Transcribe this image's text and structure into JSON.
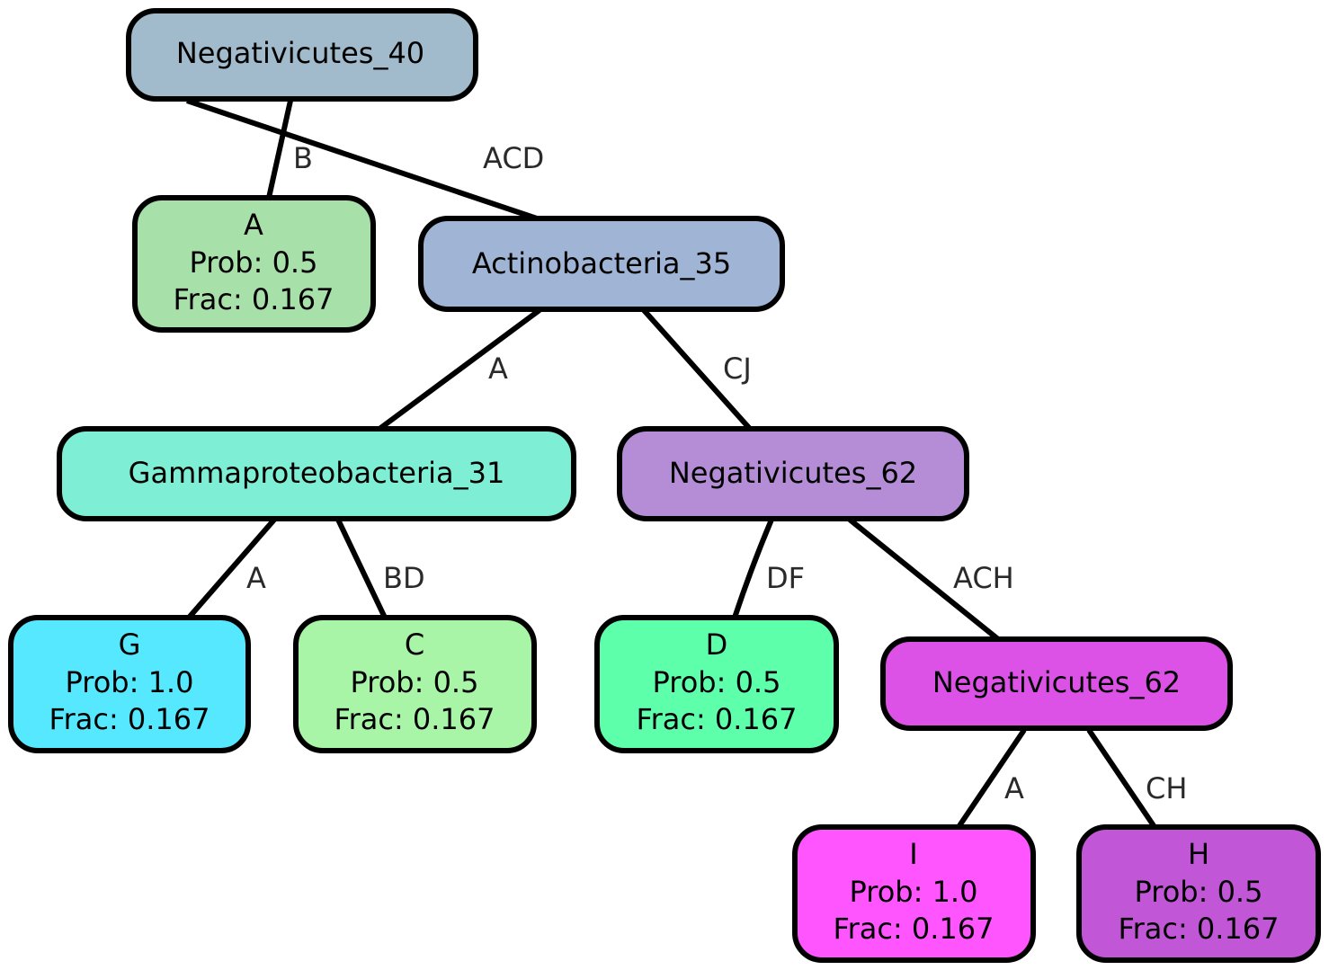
{
  "colors": {
    "negativicutes_40": "#A1BBCC",
    "actinobacteria_35": "#A0B5D5",
    "gammaproteobacteria_31": "#7EEFD5",
    "negativicutes_62_a": "#B58CD6",
    "negativicutes_62_b": "#DD52E6",
    "leaf_A": "#A8E0AA",
    "leaf_G": "#55E8FF",
    "leaf_C": "#A8F5A8",
    "leaf_D": "#5EFFAA",
    "leaf_I": "#FF55FF",
    "leaf_H": "#C156D6"
  },
  "nodes": {
    "negativicutes_40": {
      "lines": [
        "Negativicutes_40"
      ]
    },
    "leaf_A": {
      "lines": [
        "A",
        "Prob: 0.5",
        "Frac: 0.167"
      ]
    },
    "actinobacteria_35": {
      "lines": [
        "Actinobacteria_35"
      ]
    },
    "gammaproteobacteria_31": {
      "lines": [
        "Gammaproteobacteria_31"
      ]
    },
    "negativicutes_62_a": {
      "lines": [
        "Negativicutes_62"
      ]
    },
    "leaf_G": {
      "lines": [
        "G",
        "Prob: 1.0",
        "Frac: 0.167"
      ]
    },
    "leaf_C": {
      "lines": [
        "C",
        "Prob: 0.5",
        "Frac: 0.167"
      ]
    },
    "leaf_D": {
      "lines": [
        "D",
        "Prob: 0.5",
        "Frac: 0.167"
      ]
    },
    "negativicutes_62_b": {
      "lines": [
        "Negativicutes_62"
      ]
    },
    "leaf_I": {
      "lines": [
        "I",
        "Prob: 1.0",
        "Frac: 0.167"
      ]
    },
    "leaf_H": {
      "lines": [
        "H",
        "Prob: 0.5",
        "Frac: 0.167"
      ]
    }
  },
  "edges": {
    "e1": "B",
    "e2": "ACD",
    "e3": "A",
    "e4": "CJ",
    "e5": "A",
    "e6": "BD",
    "e7": "DF",
    "e8": "ACH",
    "e9": "A",
    "e10": "CH"
  }
}
